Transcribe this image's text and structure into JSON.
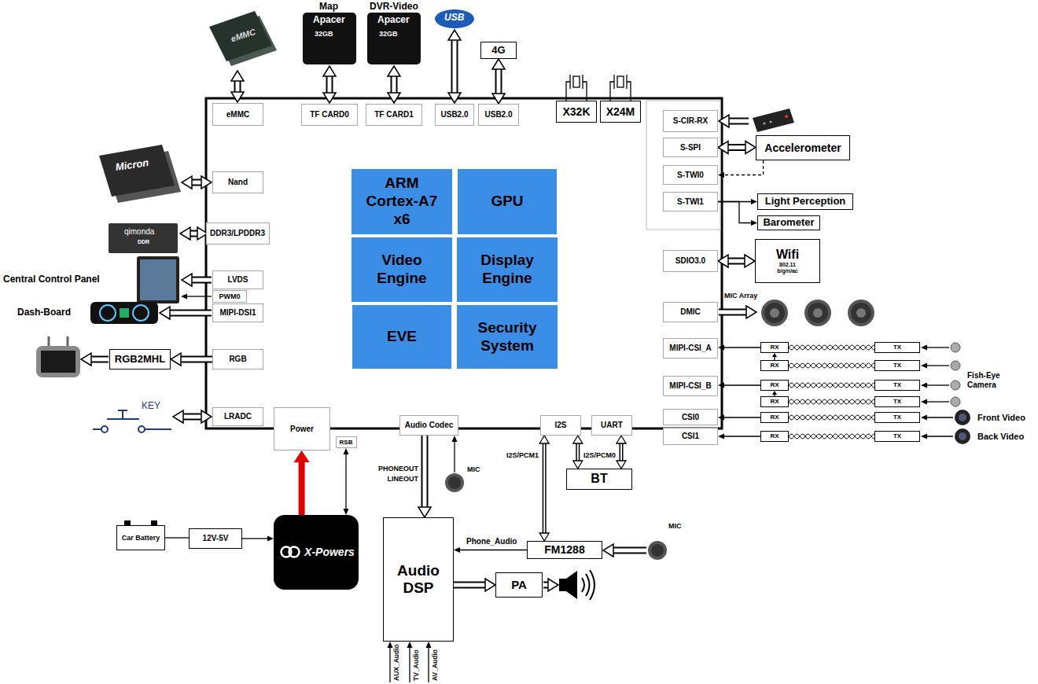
{
  "diagram": {
    "nodes": [
      {
        "text": [
          "4G"
        ]
      },
      {
        "text": [
          "eMMC"
        ]
      },
      {
        "text": [
          "TF CARD0"
        ]
      },
      {
        "text": [
          "TF CARD1"
        ]
      },
      {
        "text": [
          "USB2.0"
        ]
      },
      {
        "text": [
          "USB2.0"
        ]
      },
      {
        "text": [
          "X32K"
        ]
      },
      {
        "text": [
          "X24M"
        ]
      },
      {
        "text": [
          "S-CIR-RX"
        ]
      },
      {
        "text": [
          "S-SPI"
        ]
      },
      {
        "text": [
          "Accelerometer"
        ]
      },
      {
        "text": [
          "S-TWI0"
        ]
      },
      {
        "text": [
          "S-TWI1"
        ]
      },
      {
        "text": [
          "Light Perception"
        ]
      },
      {
        "text": [
          "Barometer"
        ]
      },
      {
        "text": [
          "Nand"
        ]
      },
      {
        "text": [
          "ARM Cortex-A7 x6"
        ]
      },
      {
        "text": [
          "GPU"
        ]
      },
      {
        "text": [
          "DDR3/LPDDR3"
        ]
      },
      {
        "text": [
          "SDIO3.0"
        ]
      },
      {
        "text": [
          "Wifi",
          "802.11 b/g/n/ac"
        ]
      },
      {
        "text": [
          "LVDS"
        ]
      },
      {
        "text": [
          "PWM0"
        ]
      },
      {
        "text": [
          "Video Engine"
        ]
      },
      {
        "text": [
          "Display Engine"
        ]
      },
      {
        "text": [
          "MIPI-DSI1"
        ]
      },
      {
        "text": [
          "DMIC"
        ]
      },
      {
        "text": [
          "MIPI-CSI_A"
        ]
      },
      {
        "text": [
          "RX"
        ]
      },
      {
        "text": [
          "TX"
        ]
      },
      {
        "text": [
          "RX"
        ]
      },
      {
        "text": [
          "TX"
        ]
      },
      {
        "text": [
          "RGB2MHL"
        ]
      },
      {
        "text": [
          "RGB"
        ]
      },
      {
        "text": [
          "EVE"
        ]
      },
      {
        "text": [
          "Security System"
        ]
      },
      {
        "text": [
          "MIPI-CSI_B"
        ]
      },
      {
        "text": [
          "RX"
        ]
      },
      {
        "text": [
          "TX"
        ]
      },
      {
        "text": [
          "RX"
        ]
      },
      {
        "text": [
          "TX"
        ]
      },
      {
        "text": [
          "LRADC"
        ]
      },
      {
        "text": [
          "Power"
        ]
      },
      {
        "text": [
          "Audio Codec"
        ]
      },
      {
        "text": [
          "I2S"
        ]
      },
      {
        "text": [
          "UART"
        ]
      },
      {
        "text": [
          "CSI0"
        ]
      },
      {
        "text": [
          "RX"
        ]
      },
      {
        "text": [
          "TX"
        ]
      },
      {
        "text": [
          "CSI1"
        ]
      },
      {
        "text": [
          "RX"
        ]
      },
      {
        "text": [
          "TX"
        ]
      },
      {
        "text": [
          "RSB"
        ]
      },
      {
        "text": [
          "BT"
        ]
      },
      {
        "text": [
          "Car Battery"
        ]
      },
      {
        "text": [
          "12V-5V"
        ]
      },
      {
        "text": [
          "X-Powers"
        ]
      },
      {
        "text": [
          "Audio DSP"
        ]
      },
      {
        "text": [
          "FM1288"
        ]
      },
      {
        "text": [
          "PA"
        ]
      }
    ],
    "edges": [
      {
        "from": 5,
        "to": 0,
        "arrow": "both"
      },
      {
        "from": 9,
        "to": 10,
        "arrow": "both"
      },
      {
        "from": 10,
        "to": 11,
        "arrow": "to"
      },
      {
        "from": 12,
        "to": 13,
        "arrow": "to"
      },
      {
        "from": 12,
        "to": 14,
        "arrow": "to"
      },
      {
        "from": 19,
        "to": 20,
        "arrow": "both"
      },
      {
        "from": 28,
        "to": 27,
        "arrow": "to"
      },
      {
        "from": 28,
        "to": 29,
        "arrow": "none"
      },
      {
        "from": 30,
        "to": 28,
        "arrow": "to"
      },
      {
        "from": 30,
        "to": 31,
        "arrow": "none"
      },
      {
        "from": 33,
        "to": 32,
        "arrow": "to"
      },
      {
        "from": 37,
        "to": 36,
        "arrow": "to"
      },
      {
        "from": 37,
        "to": 38,
        "arrow": "none"
      },
      {
        "from": 39,
        "to": 37,
        "arrow": "to"
      },
      {
        "from": 39,
        "to": 40,
        "arrow": "none"
      },
      {
        "from": 47,
        "to": 46,
        "arrow": "to"
      },
      {
        "from": 47,
        "to": 48,
        "arrow": "none"
      },
      {
        "from": 50,
        "to": 49,
        "arrow": "to"
      },
      {
        "from": 50,
        "to": 51,
        "arrow": "none"
      },
      {
        "from": 56,
        "to": 42,
        "arrow": "to"
      },
      {
        "from": 52,
        "to": 56,
        "arrow": "both"
      },
      {
        "from": 54,
        "to": 55,
        "arrow": "none"
      },
      {
        "from": 55,
        "to": 56,
        "arrow": "to"
      },
      {
        "from": 43,
        "to": 57,
        "arrow": "to"
      },
      {
        "from": 44,
        "to": 58,
        "arrow": "both",
        "label": "I2S/PCM1"
      },
      {
        "from": 44,
        "to": 53,
        "arrow": "both",
        "label": "I2S/PCM0"
      },
      {
        "from": 45,
        "to": 53,
        "arrow": "both"
      },
      {
        "from": 58,
        "to": 57,
        "arrow": "to",
        "label": "Phone_Audio"
      },
      {
        "from": 57,
        "to": 59,
        "arrow": "to"
      }
    ],
    "labels": [
      "Map",
      "DVR-Video",
      "eMMC",
      "Apacer",
      "32GB",
      "Apacer",
      "32GB",
      "USB",
      "Micron",
      "qimonda",
      "DDR",
      "Central Control Panel",
      "Dash-Board",
      "KEY",
      "MIC Array",
      "Fish-Eye Camera",
      "Front Video",
      "Back Video",
      "PHONEOUT",
      "LINEOUT",
      "MIC",
      "MIC",
      "AUX_Audio",
      "TV_Audio",
      "AV_Audio"
    ]
  }
}
